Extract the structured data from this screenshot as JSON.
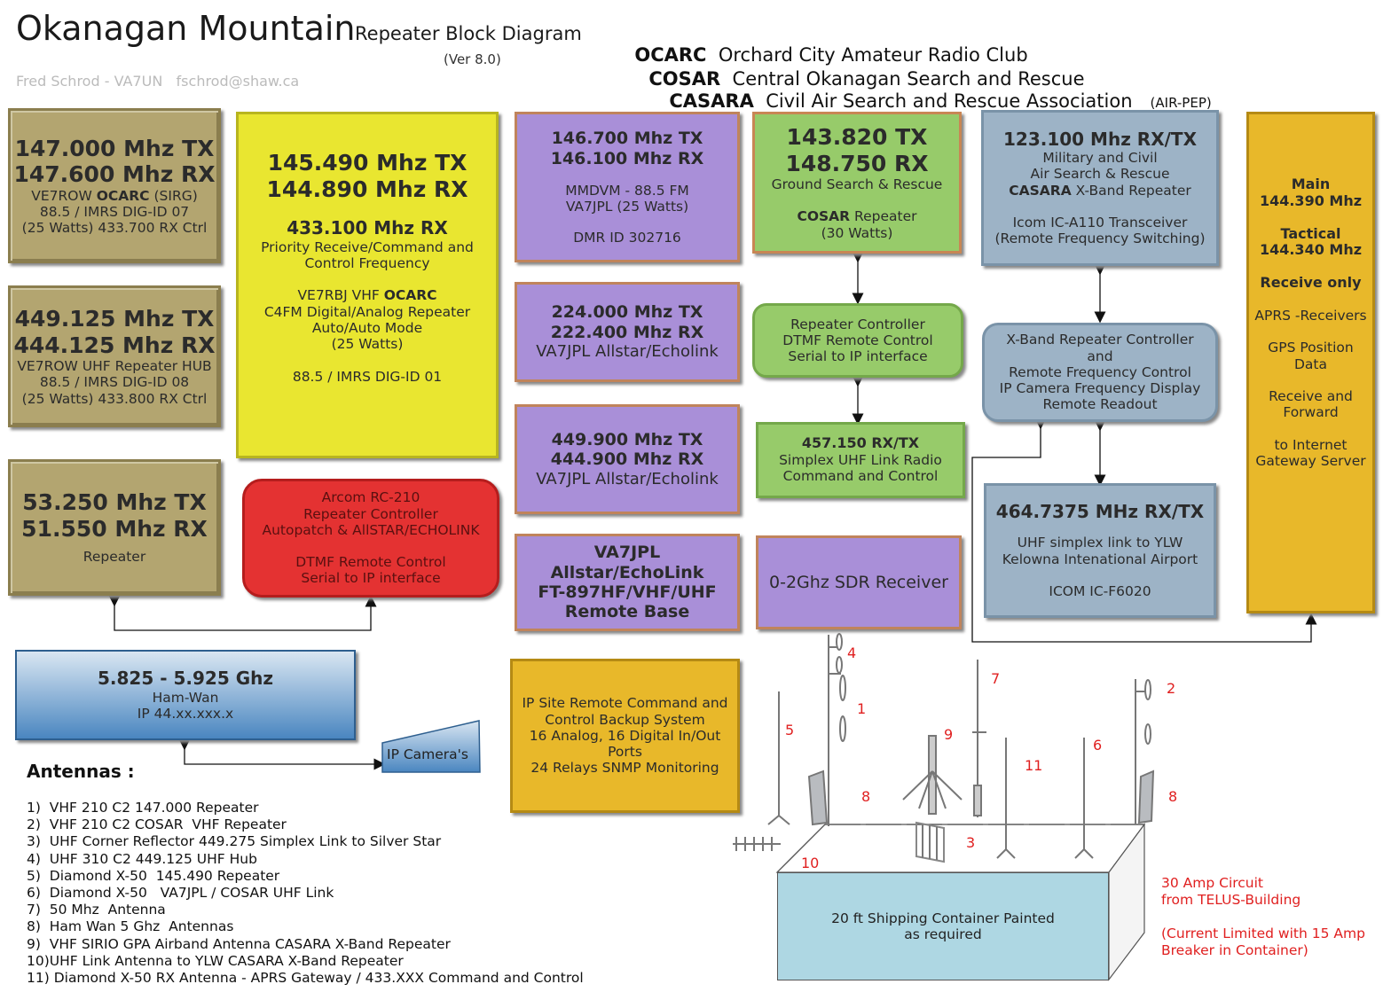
{
  "header": {
    "title": "Okanagan Mountain",
    "subtitle": "Repeater Block Diagram",
    "version": "(Ver 8.0)",
    "author": "Fred Schrod - VA7UN   fschrod@shaw.ca",
    "orgs": [
      {
        "abbr": "OCARC",
        "name": "Orchard City Amateur Radio Club",
        "extra": ""
      },
      {
        "abbr": "COSAR",
        "name": "Central Okanagan Search and Rescue",
        "extra": ""
      },
      {
        "abbr": "CASARA",
        "name": "Civil Air Search and Rescue Association",
        "extra": "(AIR-PEP)"
      }
    ]
  },
  "boxes": {
    "vhf147": {
      "l1": "147.000 Mhz TX",
      "l2": "147.600 Mhz RX",
      "l3a": "VE7ROW ",
      "l3b": "OCARC",
      "l3c": " (SIRG)",
      "l4": "88.5 / IMRS DIG-ID 07",
      "l5": "(25 Watts) 433.700 RX Ctrl"
    },
    "uhf449": {
      "l1": "449.125 Mhz TX",
      "l2": "444.125 Mhz RX",
      "l3": "VE7ROW UHF Repeater HUB",
      "l4": "88.5 / IMRS DIG-ID 08",
      "l5": "(25 Watts) 433.800 RX Ctrl"
    },
    "six": {
      "l1": "53.250 Mhz TX",
      "l2": "51.550 Mhz RX",
      "l3": "Repeater"
    },
    "c4fm": {
      "l1": "145.490 Mhz TX",
      "l2": "144.890 Mhz RX",
      "l3": "433.100 Mhz RX",
      "l4": "Priority Receive/Command and",
      "l5": "Control Frequency",
      "l6a": "VE7RBJ VHF ",
      "l6b": "OCARC",
      "l7": "C4FM Digital/Analog Repeater",
      "l8": "Auto/Auto Mode",
      "l9": "(25 Watts)",
      "l10": "88.5 / IMRS DIG-ID 01"
    },
    "arcom": {
      "l1": "Arcom RC-210",
      "l2": "Repeater Controller",
      "l3": "Autopatch & AllSTAR/ECHOLINK",
      "l4": "DTMF Remote Control",
      "l5": "Serial to IP interface"
    },
    "dmr": {
      "l1": "146.700 Mhz TX",
      "l2": "146.100 Mhz RX",
      "l3": "MMDVM - 88.5 FM",
      "l4": "VA7JPL (25 Watts)",
      "l5": "DMR ID 302716"
    },
    "p224": {
      "l1": "224.000 Mhz TX",
      "l2": "222.400 Mhz RX",
      "l3": "VA7JPL Allstar/Echolink"
    },
    "p449": {
      "l1": "449.900 Mhz TX",
      "l2": "444.900 Mhz RX",
      "l3": "VA7JPL Allstar/Echolink"
    },
    "remote": {
      "l1": "VA7JPL",
      "l2": "Allstar/EchoLink",
      "l3": "FT-897HF/VHF/UHF",
      "l4": "Remote Base"
    },
    "cosar": {
      "l1": "143.820 TX",
      "l2": "148.750 RX",
      "l3": "Ground Search & Rescue",
      "l4a": "COSAR",
      "l4b": " Repeater",
      "l5": "(30 Watts)"
    },
    "ctrl": {
      "l1": "Repeater Controller",
      "l2": "DTMF Remote Control",
      "l3": "Serial to IP interface"
    },
    "link457": {
      "l1": "457.150 RX/TX",
      "l2": "Simplex UHF Link Radio",
      "l3": "Command and Control"
    },
    "sdr": {
      "l1": "0-2Ghz SDR Receiver"
    },
    "air": {
      "l1": "123.100 Mhz RX/TX",
      "l2": "Military and Civil",
      "l3": "Air Search & Rescue",
      "l4a": "CASARA",
      "l4b": " X-Band Repeater",
      "l5": "Icom IC-A110 Transceiver",
      "l6": "(Remote Frequency Switching)"
    },
    "xband": {
      "l1": "X-Band Repeater Controller",
      "l2": "and",
      "l3": "Remote Frequency Control",
      "l4": "IP Camera Frequency Display",
      "l5": "Remote Readout"
    },
    "ylw": {
      "l1": "464.7375 MHz RX/TX",
      "l2": "UHF simplex link to YLW",
      "l3": "Kelowna Intenational Airport",
      "l4": "ICOM IC-F6020"
    },
    "aprs": {
      "l1": "Main",
      "l2": "144.390 Mhz",
      "l3": "Tactical",
      "l4": "144.340 Mhz",
      "l5": "Receive only",
      "l6": "APRS -Receivers",
      "l7": "GPS Position",
      "l8": "Data",
      "l9": "Receive and",
      "l10": "Forward",
      "l11": "to Internet",
      "l12": "Gateway Server"
    },
    "hamwan": {
      "l1": "5.825 - 5.925 Ghz",
      "l2": "Ham-Wan",
      "l3": "IP 44.xx.xxx.x"
    },
    "camera": {
      "l1": "IP Camera's"
    },
    "ipsite": {
      "l1": "IP Site Remote Command and",
      "l2": "Control Backup System",
      "l3": "16 Analog, 16 Digital In/Out",
      "l4": "Ports",
      "l5": "24 Relays SNMP Monitoring"
    },
    "container": {
      "l1": "20 ft Shipping Container Painted",
      "l2": "as required"
    }
  },
  "antennas": {
    "title": "Antennas :",
    "items": [
      "1)  VHF 210 C2 147.000 Repeater",
      "2)  VHF 210 C2 COSAR  VHF Repeater",
      "3)  UHF Corner Reflector 449.275 Simplex Link to Silver Star",
      "4)  UHF 310 C2 449.125 UHF Hub",
      "5)  Diamond X-50  145.490 Repeater",
      "6)  Diamond X-50   VA7JPL / COSAR UHF Link",
      "7)  50 Mhz  Antenna",
      "8)  Ham Wan 5 Ghz  Antennas",
      "9)  VHF SIRIO GPA Airband Antenna CASARA X-Band Repeater",
      "10)UHF Link Antenna to YLW CASARA X-Band Repeater",
      "11) Diamond X-50 RX Antenna - APRS Gateway / 433.XXX Command and Control"
    ],
    "numbers": [
      "4",
      "1",
      "5",
      "9",
      "7",
      "11",
      "6",
      "2",
      "8",
      "8",
      "3",
      "10"
    ]
  },
  "power": {
    "l1": "30 Amp Circuit",
    "l2": "from TELUS-Building",
    "l3": "(Current Limited with 15 Amp",
    "l4": "Breaker in Container)"
  }
}
